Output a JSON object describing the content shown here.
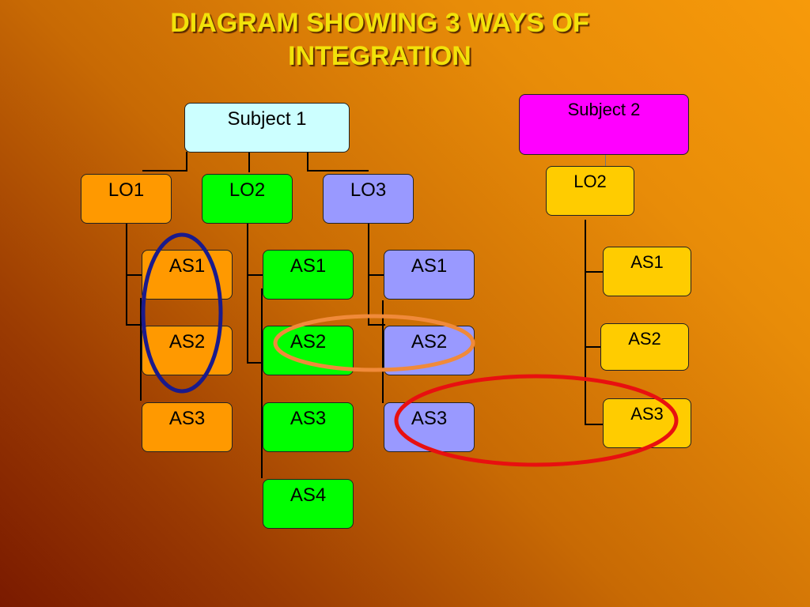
{
  "title_line1": "DIAGRAM SHOWING 3 WAYS OF",
  "title_line2": "INTEGRATION",
  "subject1": {
    "label": "Subject 1",
    "lo1": {
      "label": "LO1",
      "as": [
        "AS1",
        "AS2",
        "AS3"
      ]
    },
    "lo2": {
      "label": "LO2",
      "as": [
        "AS1",
        "AS2",
        "AS3",
        "AS4"
      ]
    },
    "lo3": {
      "label": "LO3",
      "as": [
        "AS1",
        "AS2",
        "AS3"
      ]
    }
  },
  "subject2": {
    "label": "Subject 2",
    "lo2": {
      "label": "LO2",
      "as": [
        "AS1",
        "AS2",
        "AS3"
      ]
    }
  },
  "colors": {
    "subject1": "#ccffff",
    "subject2": "#ff00ff",
    "lo1": "#ff9900",
    "lo2": "#00ff00",
    "lo3": "#9999ff",
    "subject2_lo": "#ffcc00",
    "title": "#f2e20a",
    "ring_vertical": "#1a1a8c",
    "ring_horizontal": "#f08a3a",
    "ring_cross_subject": "#e81010"
  }
}
